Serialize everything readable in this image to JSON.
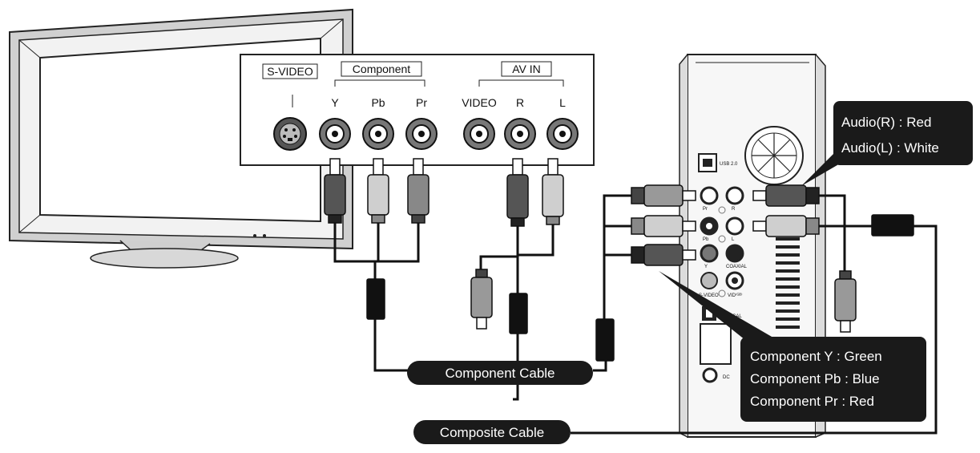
{
  "panel": {
    "groups": {
      "svideo": "S-VIDEO",
      "component": "Component",
      "av_in": "AV IN"
    },
    "jacks": {
      "y": "Y",
      "pb": "Pb",
      "pr": "Pr",
      "video": "VIDEO",
      "r": "R",
      "l": "L"
    }
  },
  "player": {
    "usb": "USB 2.0",
    "pr": "Pr",
    "r": "R",
    "pb": "Pb",
    "l": "L",
    "y": "Y",
    "coaxial": "COAXIAL",
    "svideo": "S-VIDEO",
    "vid": "VID⁽ᴳᴮ⁾",
    "optical": "OPTICAL",
    "dc": "DC"
  },
  "cables": {
    "component": "Component Cable",
    "composite": "Composite Cable"
  },
  "callouts": {
    "audio": [
      "Audio(R) : Red",
      "Audio(L) : White"
    ],
    "component": [
      "Component Y : Green",
      "Component Pb : Blue",
      "Component Pr : Red"
    ]
  },
  "colors": {
    "ink": "#111111",
    "dark_plug": "#555555",
    "light_plug": "#cfcfcf",
    "callout_bg": "#1a1a1a"
  }
}
